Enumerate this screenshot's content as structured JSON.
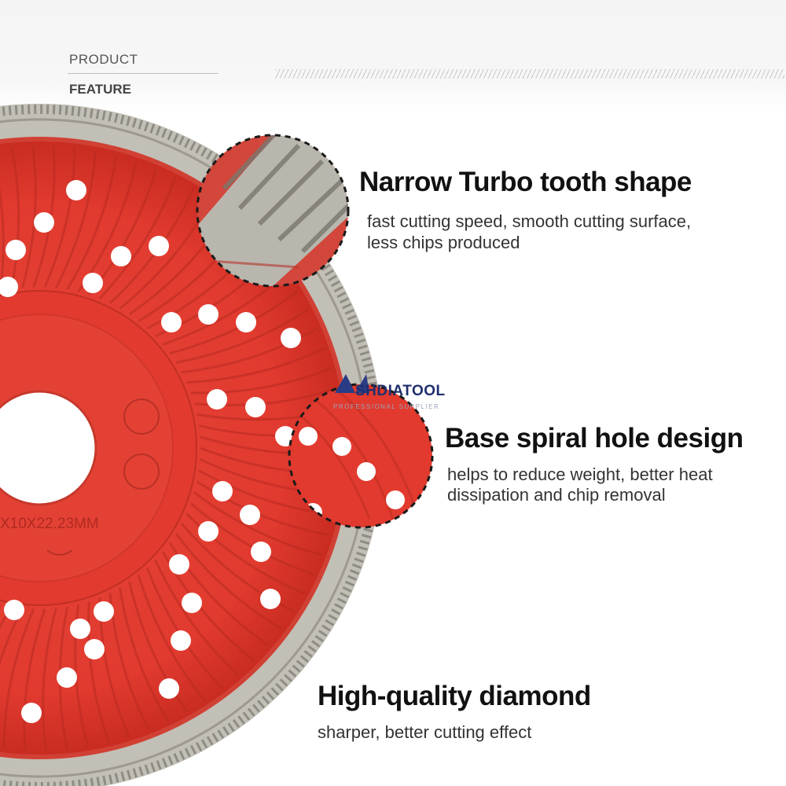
{
  "header": {
    "label_top": "PRODUCT",
    "label_bottom": "FEATURE"
  },
  "blade": {
    "spec_text": "X10X22.23MM"
  },
  "watermark": {
    "brand": "SHDIATOOL",
    "tagline": "PROFESSIONAL SUPPLIER"
  },
  "features": [
    {
      "title": "Narrow Turbo tooth shape",
      "desc_line1": "fast cutting speed, smooth cutting surface,",
      "desc_line2": "less chips produced"
    },
    {
      "title": "Base spiral hole design",
      "desc_line1": "helps to reduce weight, better heat",
      "desc_line2": "dissipation and chip removal"
    },
    {
      "title": "High-quality diamond",
      "desc_line1": "sharper, better cutting effect"
    }
  ],
  "colors": {
    "blade_red": "#e23a2e",
    "segment_grey": "#b9b6ae",
    "text_dark": "#111111",
    "brand_blue": "#1f2f6e"
  }
}
